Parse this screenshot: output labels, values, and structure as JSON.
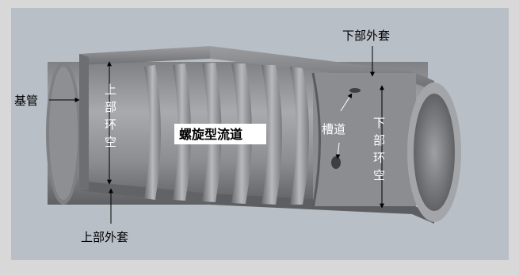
{
  "labels": {
    "base_pipe": "基管",
    "lower_outer_sleeve": "下部外套",
    "upper_outer_sleeve": "上部外套",
    "upper_annulus": "上部环空",
    "lower_annulus": "下部环空",
    "spiral_channel": "螺旋型流道",
    "groove": "槽道"
  },
  "colors": {
    "frame": "#d8d8d8",
    "background": "#b9bfc6",
    "metal_light": "#bfc0c4",
    "metal_mid": "#8f9094",
    "metal_dark": "#55565a",
    "label_text": "#000000",
    "in_image_text": "#ffffff",
    "label_box": "#ffffff"
  }
}
